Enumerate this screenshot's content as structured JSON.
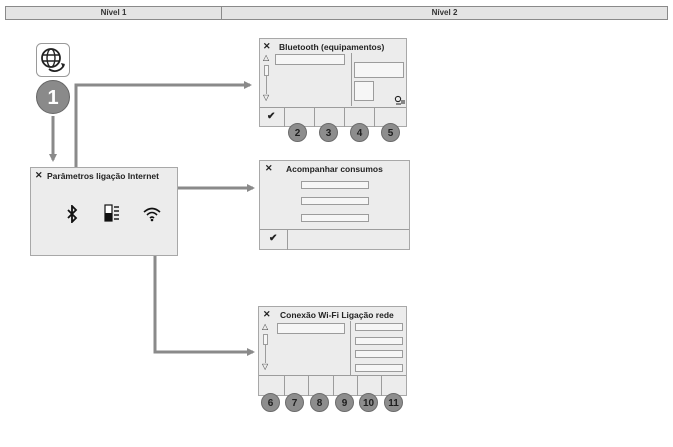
{
  "header": {
    "level1": "Nível 1",
    "level2": "Nível 2"
  },
  "step_marker": "1",
  "screens": {
    "internet": {
      "title": "Parâmetros ligação Internet",
      "close": "✕",
      "icons": [
        "bluetooth-icon",
        "consumption-icon",
        "wifi-icon"
      ]
    },
    "bluetooth": {
      "title": "Bluetooth (equipamentos)",
      "close": "✕",
      "confirm": "✔"
    },
    "consumption": {
      "title": "Acompanhar consumos",
      "close": "✕",
      "confirm": "✔"
    },
    "wifi": {
      "title": "Conexão Wi-Fi Ligação rede",
      "close": "✕"
    }
  },
  "callouts": {
    "bluetooth": [
      "2",
      "3",
      "4",
      "5"
    ],
    "wifi": [
      "6",
      "7",
      "8",
      "9",
      "10",
      "11"
    ]
  },
  "colors": {
    "arrow": "#8a8a8a",
    "screen_bg": "#ececec",
    "callout": "#8d8d8d"
  }
}
